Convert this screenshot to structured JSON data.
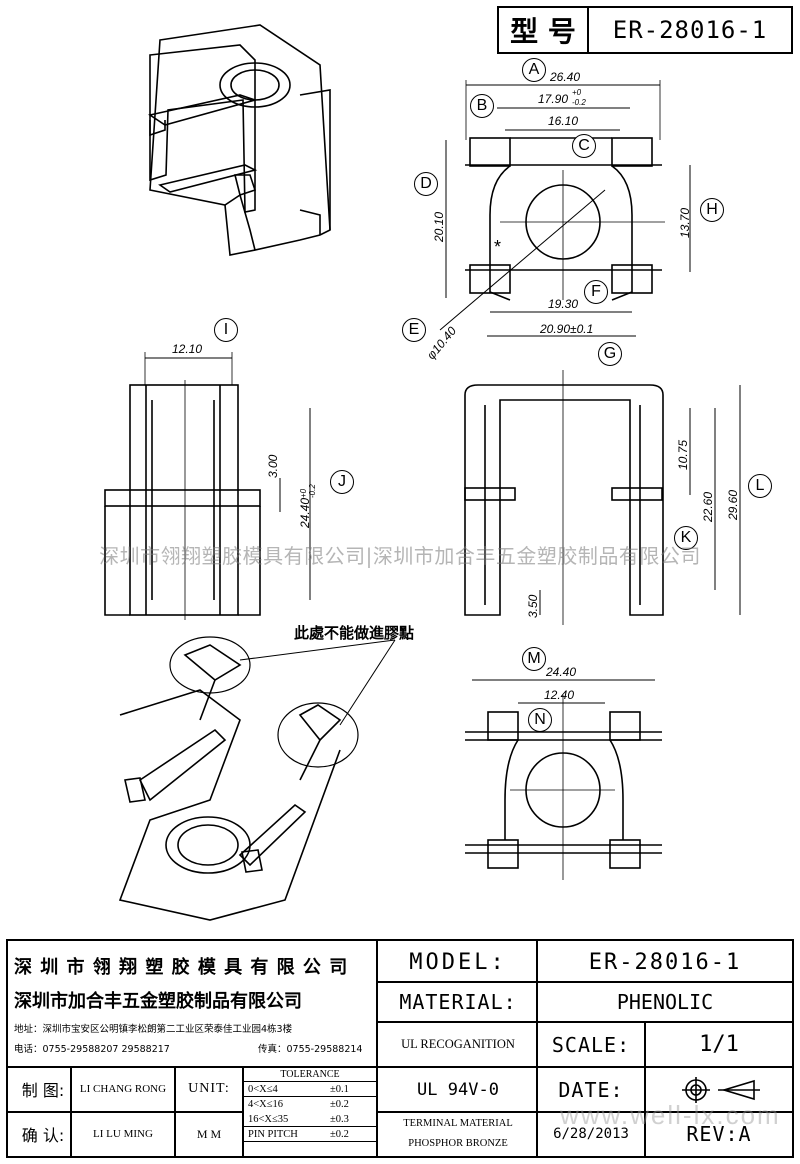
{
  "header": {
    "model_label": "型 号",
    "model_value": "ER-28016-1"
  },
  "dimensions": {
    "A": "26.40",
    "B": "17.90",
    "B_tol_upper": "+0",
    "B_tol_lower": "-0.2",
    "C": "16.10",
    "D": "20.10",
    "E": "φ10.40",
    "F": "19.30",
    "G": "20.90±0.1",
    "H": "13.70",
    "I": "12.10",
    "J": "24.40",
    "J_tol_upper": "+0",
    "J_tol_lower": "-0.2",
    "J_small": "3.00",
    "K1": "10.75",
    "K2": "22.60",
    "K3": "3.50",
    "L": "29.60",
    "M": "24.40",
    "N": "12.40"
  },
  "callouts": [
    "A",
    "B",
    "C",
    "D",
    "E",
    "F",
    "G",
    "H",
    "I",
    "J",
    "K",
    "L",
    "M",
    "N"
  ],
  "asterisk": "*",
  "note": "此處不能做進膠點",
  "watermark": "深圳市翎翔塑胶模具有限公司|深圳市加合丰五金塑胶制品有限公司",
  "title_block": {
    "company1": "深 圳 市 翎 翔 塑 胶 模 具 有 限 公 司",
    "company2": "深圳市加合丰五金塑胶制品有限公司",
    "address": "地址：深圳市宝安区公明镇李松朗第二工业区荣泰佳工业园4栋3楼",
    "phone": "电话：0755-29588207  29588217",
    "fax": "传真：0755-29588214",
    "drawn_label": "制 图:",
    "drawn_by": "LI CHANG RONG",
    "checked_label": "确 认:",
    "checked_by": "LI LU MING",
    "unit_label": "UNIT:",
    "unit_value": "M M",
    "tolerance_header": "TOLERANCE",
    "tolerances": [
      {
        "range": "0<X≤4",
        "value": "±0.1"
      },
      {
        "range": "4<X≤16",
        "value": "±0.2"
      },
      {
        "range": "16<X≤35",
        "value": "±0.3"
      },
      {
        "range": "PIN PITCH",
        "value": "±0.2"
      }
    ],
    "model_label": "MODEL:",
    "model_value": "ER-28016-1",
    "material_label": "MATERIAL:",
    "material_value": "PHENOLIC",
    "ul_label": "UL RECOGANITION",
    "ul_value": "UL 94V-0",
    "terminal_line1": "TERMINAL MATERIAL",
    "terminal_line2": "PHOSPHOR  BRONZE",
    "scale_label": "SCALE:",
    "scale_value": "1/1",
    "date_label": "DATE:",
    "date_value": "6/28/2013",
    "rev_label": "REV:A",
    "site_watermark": "www.well-lx.com"
  }
}
